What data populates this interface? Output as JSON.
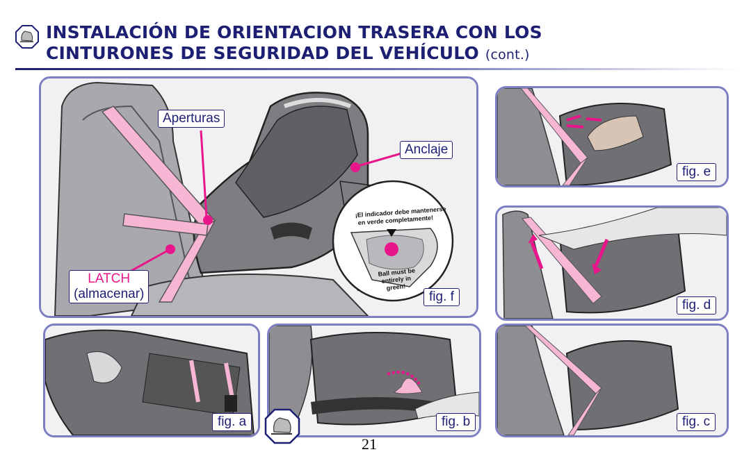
{
  "header": {
    "title_line1": "INSTALACIÓN DE ORIENTACION TRASERA CON LOS",
    "title_line2": "CINTURONES DE SEGURIDAD DEL VEHÍCULO",
    "title_suffix": "(cont.)",
    "icon": "rear-facing-seat-icon"
  },
  "main_figure": {
    "callouts": {
      "aperturas": "Aperturas",
      "anclaje": "Anclaje",
      "latch": "LATCH",
      "latch_sub": "(almacenar)"
    },
    "indicator": {
      "top_text_1": "¡El indicador debe mantenerse",
      "top_text_2": "en verde completamente!",
      "bottom_text_1": "Ball must be",
      "bottom_text_2": "entirely in",
      "bottom_text_3": "green!"
    },
    "label": "fig. f"
  },
  "figures": {
    "a": "fig. a",
    "b": "fig. b",
    "c": "fig. c",
    "d": "fig. d",
    "e": "fig. e"
  },
  "colors": {
    "accent_pink": "#e8168a",
    "strap_pink": "#f6b6d4",
    "frame": "#7b7fc2",
    "title": "#1d1f72"
  },
  "footer": {
    "page_number": "21",
    "corner_icon": "rear-facing-seat-icon"
  }
}
